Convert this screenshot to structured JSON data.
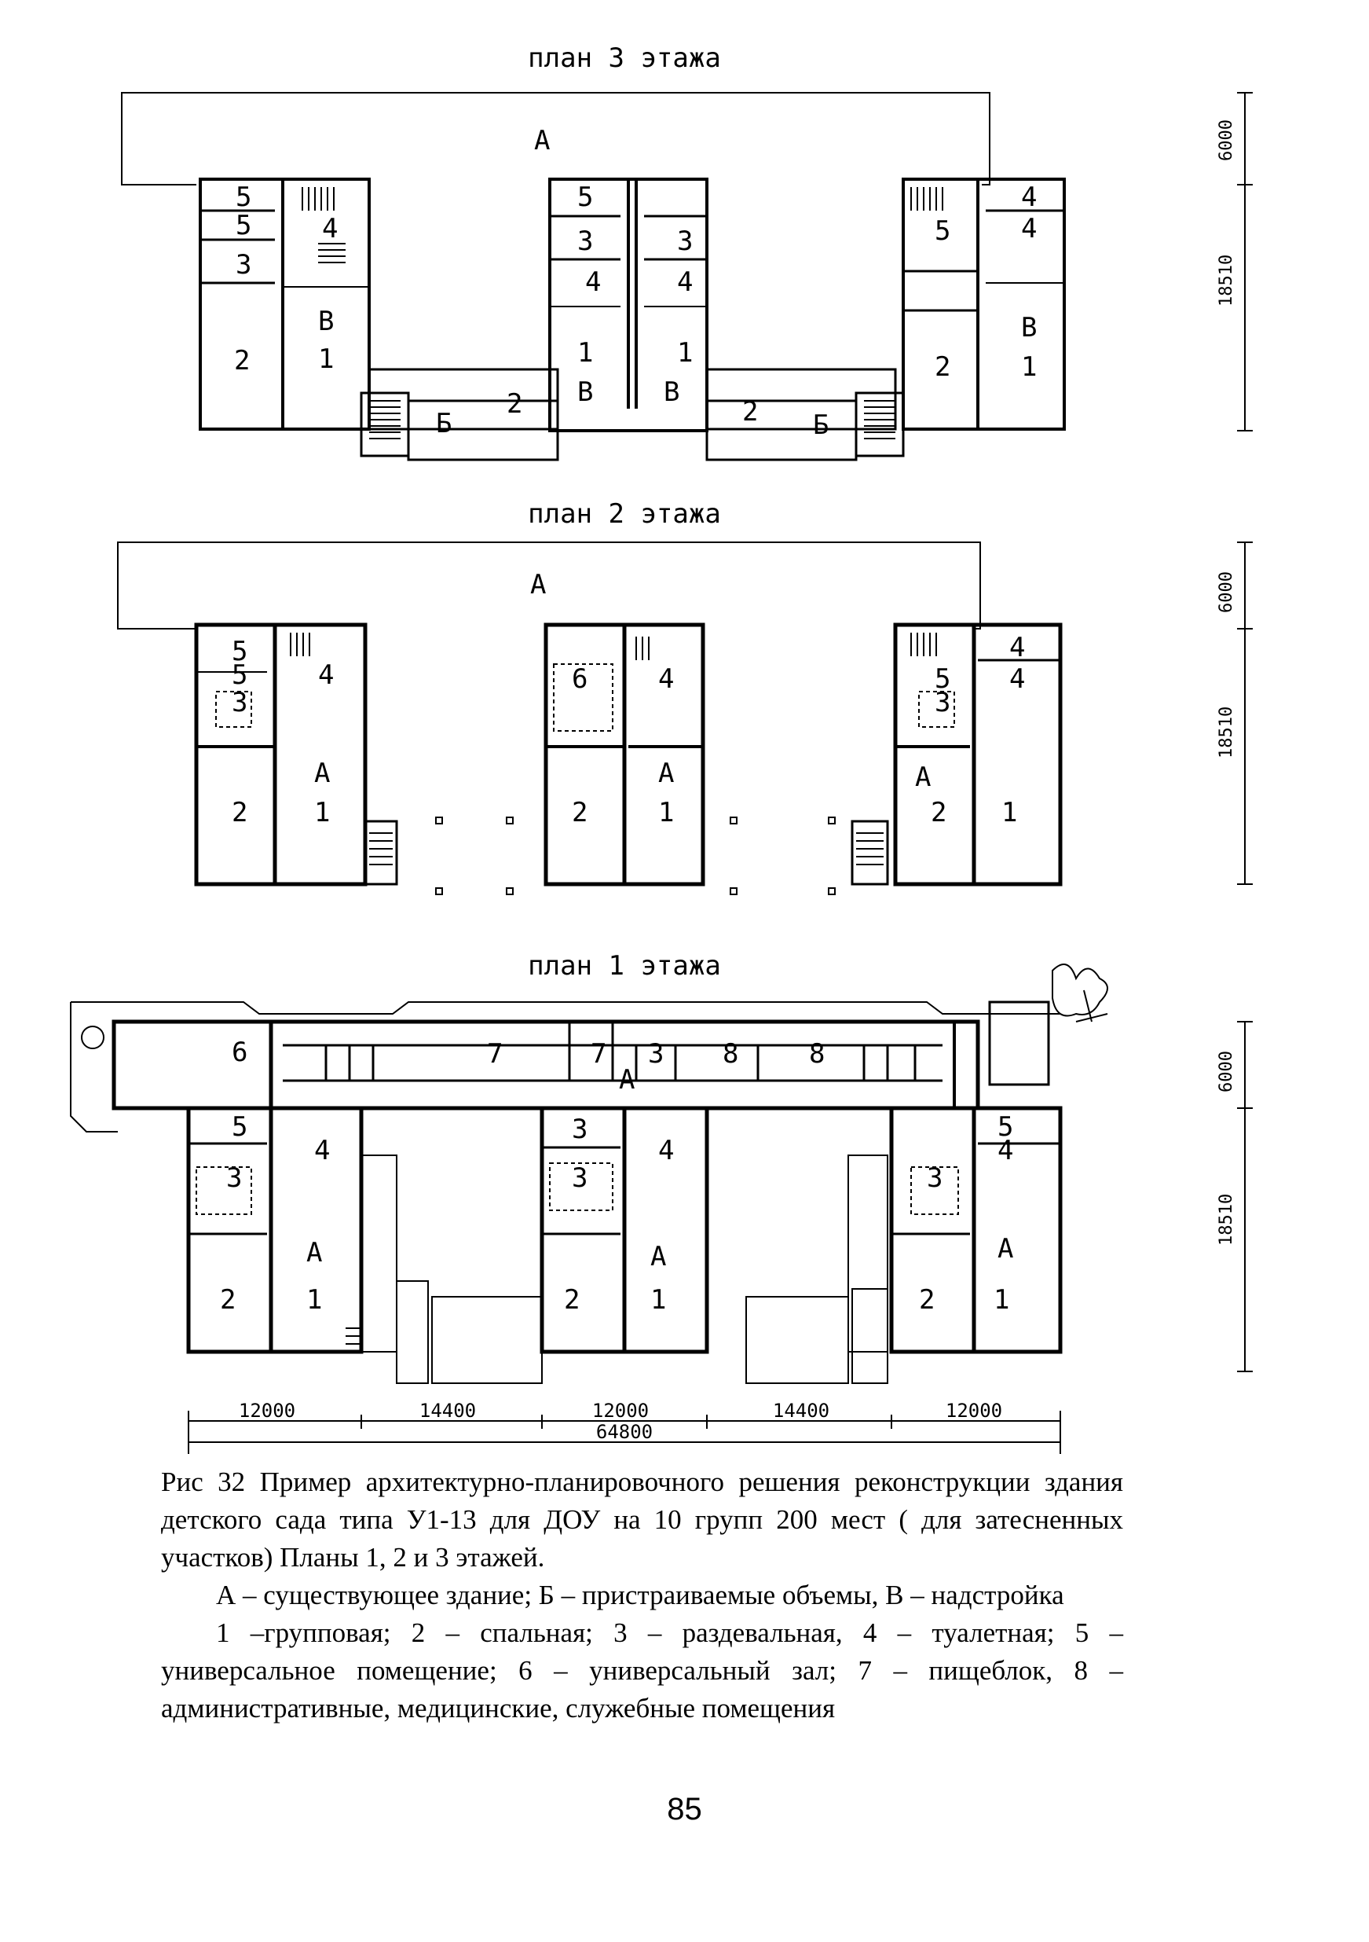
{
  "floor3": {
    "title": "план 3 этажа",
    "dim_6000": "6000",
    "dim_18510": "18510",
    "labels": {
      "A": "А",
      "r5a": "5",
      "r5b": "5",
      "r3a": "3",
      "r4a": "4",
      "r2a": "2",
      "rVa": "В",
      "r1a": "1",
      "r5c": "5",
      "r3c": "3",
      "r4c": "4",
      "r1c": "1",
      "rVc": "В",
      "r3d": "3",
      "r4d": "4",
      "r1d": "1",
      "rVd": "В",
      "r4e": "4",
      "r5e": "5",
      "r4f": "4",
      "r2e": "2",
      "rVe": "В",
      "r1e": "1",
      "rBa": "Б",
      "r2b": "2",
      "r2c": "2",
      "rBb": "Б"
    }
  },
  "floor2": {
    "title": "план 2 этажа",
    "dim_6000": "6000",
    "dim_18510": "18510",
    "labels": {
      "A": "А",
      "r5a": "5",
      "r5b": "5",
      "r3a": "3",
      "r4a": "4",
      "rAa": "А",
      "r2a": "2",
      "r1a": "1",
      "r6c": "6",
      "r4c": "4",
      "rAc": "А",
      "r2c": "2",
      "r1c": "1",
      "r4e": "4",
      "r5e": "5",
      "r4f": "4",
      "r3e": "3",
      "rAe": "А",
      "r2e": "2",
      "r1e": "1"
    }
  },
  "floor1": {
    "title": "план 1 этажа",
    "dim_6000": "6000",
    "dim_18510": "18510",
    "labels": {
      "r6": "6",
      "r7a": "7",
      "r7b": "7",
      "rA": "А",
      "r3": "3",
      "r8a": "8",
      "r8b": "8",
      "r5a": "5",
      "r3a": "3",
      "r4a": "4",
      "rAa": "А",
      "r2a": "2",
      "r1a": "1",
      "r3c": "3",
      "r3d": "3",
      "r4c": "4",
      "rAc": "А",
      "r2c": "2",
      "r1c": "1",
      "r5e": "5",
      "r3e": "3",
      "r4e": "4",
      "rAe": "А",
      "r2e": "2",
      "r1e": "1"
    },
    "dims": [
      "12000",
      "14400",
      "12000",
      "14400",
      "12000"
    ],
    "total": "64800"
  },
  "caption": {
    "line1": "Рис 32 Пример архитектурно-планировочного решения реконструкции здания детского сада типа У1-13 для ДОУ на 10 групп 200 мест ( для затесненных участков) Планы 1, 2 и 3 этажей.",
    "line2": "А – существующее здание; Б – пристраиваемые объемы, В – надстройка",
    "line3": "1 –групповая; 2 – спальная; 3 – раздевальная, 4 – туалетная; 5 – универсальное помещение; 6 – универсальный зал; 7 – пищеблок, 8 – административные, медицинские, служебные помещения"
  },
  "page_number": "85"
}
